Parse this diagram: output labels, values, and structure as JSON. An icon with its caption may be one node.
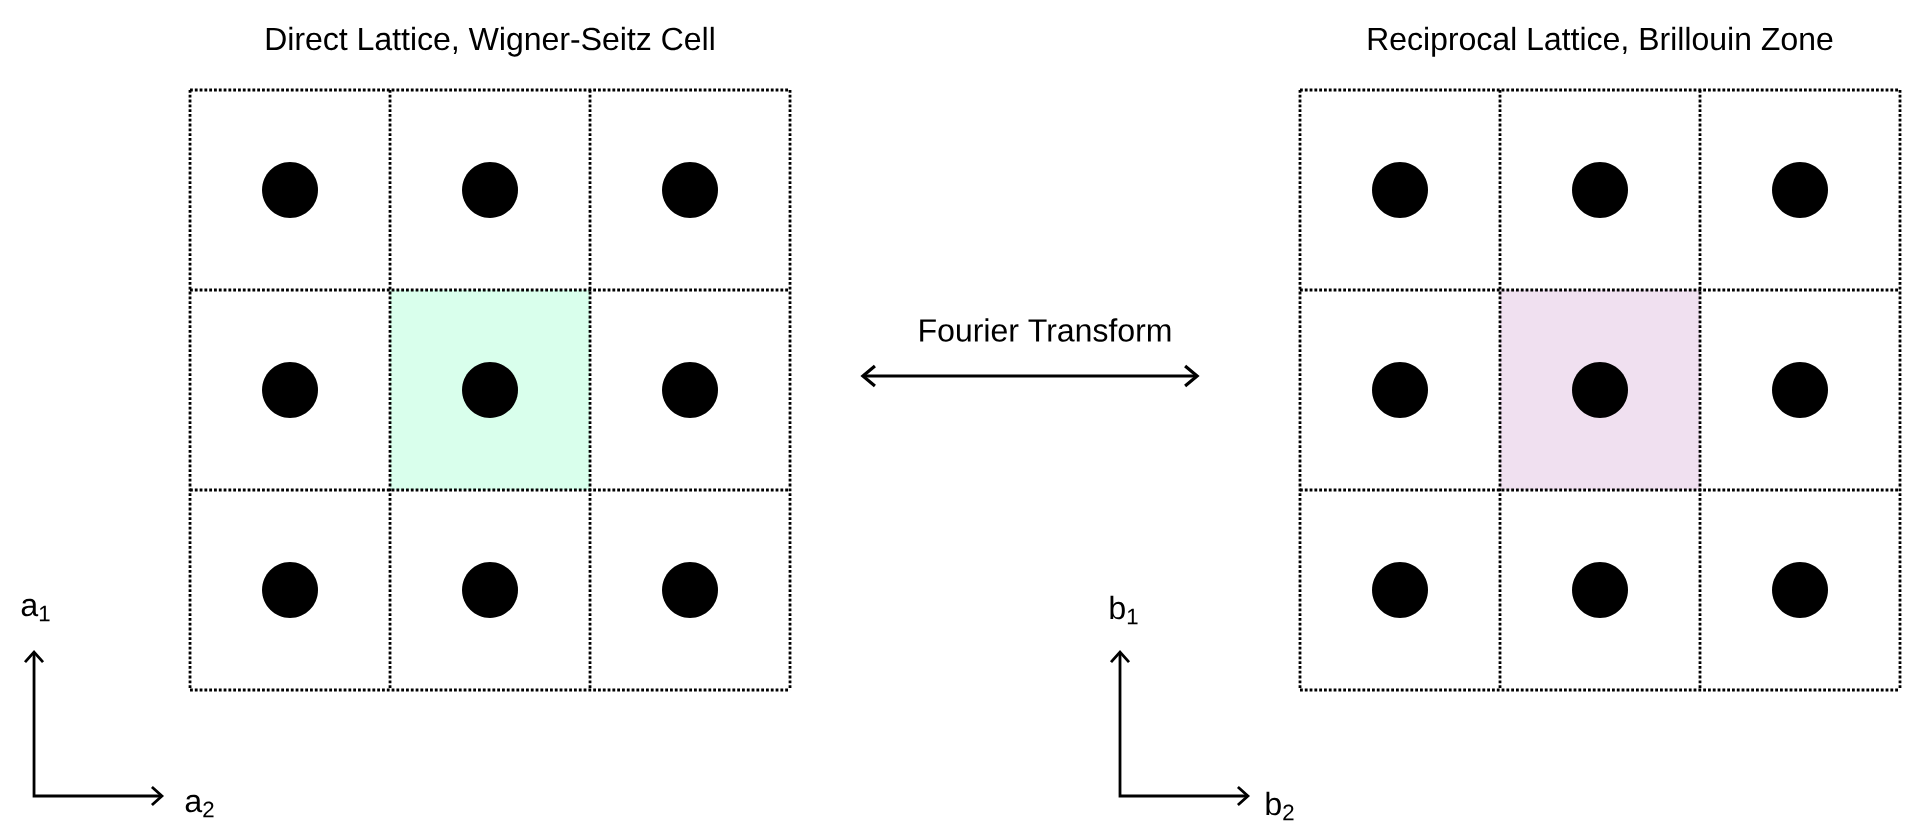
{
  "diagram": {
    "nodes": [
      {
        "text": [
          "Direct Lattice, Wigner-Seitz Cell"
        ]
      },
      {
        "text": [
          "Reciprocal Lattice, Brillouin Zone"
        ]
      }
    ],
    "edges": [
      {
        "from": 0,
        "to": 1,
        "arrow": "both",
        "label": "Fourier Transform"
      }
    ],
    "labels": [
      "a$_{1}$",
      "a$_{2}$",
      "b$_{1}$",
      "b$_{2}$"
    ]
  }
}
